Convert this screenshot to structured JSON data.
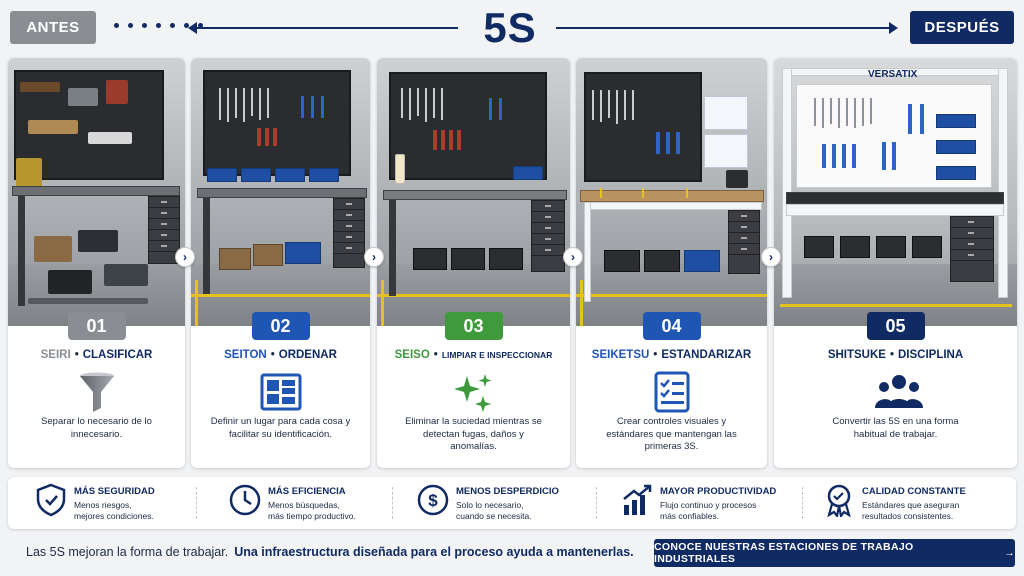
{
  "header": {
    "before_label": "ANTES",
    "title": "5S",
    "after_label": "DESPUÉS"
  },
  "steps": [
    {
      "number": "01",
      "term": "SEIRI",
      "action": "CLASIFICAR",
      "icon": "funnel-icon",
      "description": "Separar lo necesario de lo innecesario.",
      "color": "#8a8d92"
    },
    {
      "number": "02",
      "term": "SEITON",
      "action": "ORDENAR",
      "icon": "layout-grid-icon",
      "description": "Definir un lugar para cada cosa y facilitar su identificación.",
      "color": "#1f56b3"
    },
    {
      "number": "03",
      "term": "SEISO",
      "action": "LIMPIAR E INSPECCIONAR",
      "icon": "sparkles-icon",
      "description": "Eliminar la suciedad mientras se detectan fugas, daños y anomalías.",
      "color": "#3f9a3c"
    },
    {
      "number": "04",
      "term": "SEIKETSU",
      "action": "ESTANDARIZAR",
      "icon": "checklist-icon",
      "description": "Crear controles visuales y estándares que mantengan las primeras 3S.",
      "color": "#1f56b3"
    },
    {
      "number": "05",
      "term": "SHITSUKE",
      "action": "DISCIPLINA",
      "icon": "team-icon",
      "description": "Convertir las 5S en una forma habitual de trabajar.",
      "color": "#102a63"
    }
  ],
  "brand": "VERSATIX",
  "benefits": [
    {
      "title": "MÁS SEGURIDAD",
      "line1": "Menos riesgos,",
      "line2": "mejores condiciones.",
      "icon": "shield-check-icon"
    },
    {
      "title": "MÁS EFICIENCIA",
      "line1": "Menos búsquedas,",
      "line2": "más tiempo productivo.",
      "icon": "clock-icon"
    },
    {
      "title": "MENOS DESPERDICIO",
      "line1": "Solo lo necesario,",
      "line2": "cuando se necesita.",
      "icon": "dollar-coin-icon"
    },
    {
      "title": "MAYOR PRODUCTIVIDAD",
      "line1": "Flujo continuo y procesos",
      "line2": "más confiables.",
      "icon": "growth-chart-icon"
    },
    {
      "title": "CALIDAD CONSTANTE",
      "line1": "Estándares que aseguran",
      "line2": "resultados consistentes.",
      "icon": "quality-badge-icon"
    }
  ],
  "footer": {
    "text": "Las 5S mejoran la forma de trabajar.",
    "emphasis": "Una infraestructura diseñada para el proceso ayuda a mantenerlas.",
    "cta_label": "CONOCE NUESTRAS ESTACIONES DE TRABAJO INDUSTRIALES",
    "cta_arrow": "→"
  }
}
